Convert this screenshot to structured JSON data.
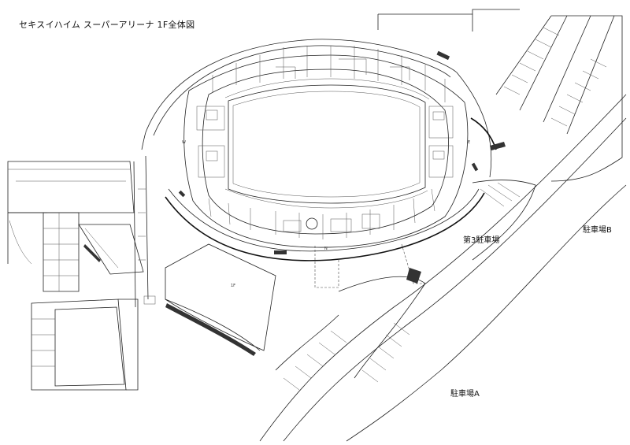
{
  "title": "セキスイハイム スーパーアリーナ 1F全体図",
  "parking": {
    "lot_a": "駐車場A",
    "lot_b": "駐車場B",
    "lot_3": "第3駐車場"
  },
  "small_labels": {
    "hall_1f": "1F",
    "west": "W",
    "east": "E",
    "north": "N"
  }
}
